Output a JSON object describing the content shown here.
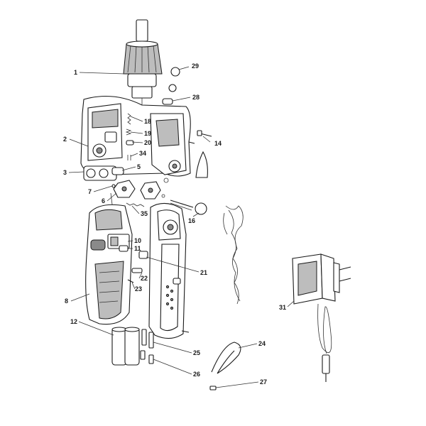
{
  "labels": {
    "p1": "1",
    "p2": "2",
    "p3": "3",
    "p5": "5",
    "p6": "6",
    "p7": "7",
    "p8": "8",
    "p10": "10",
    "p11": "11",
    "p12": "12",
    "p14": "14",
    "p16": "16",
    "p18": "18",
    "p19": "19",
    "p20": "20",
    "p21": "21",
    "p22": "22",
    "p23": "23",
    "p24": "24",
    "p25": "25",
    "p26": "26",
    "p27": "27",
    "p28": "28",
    "p29": "29",
    "p31": "31",
    "p34": "34",
    "p35": "35"
  }
}
